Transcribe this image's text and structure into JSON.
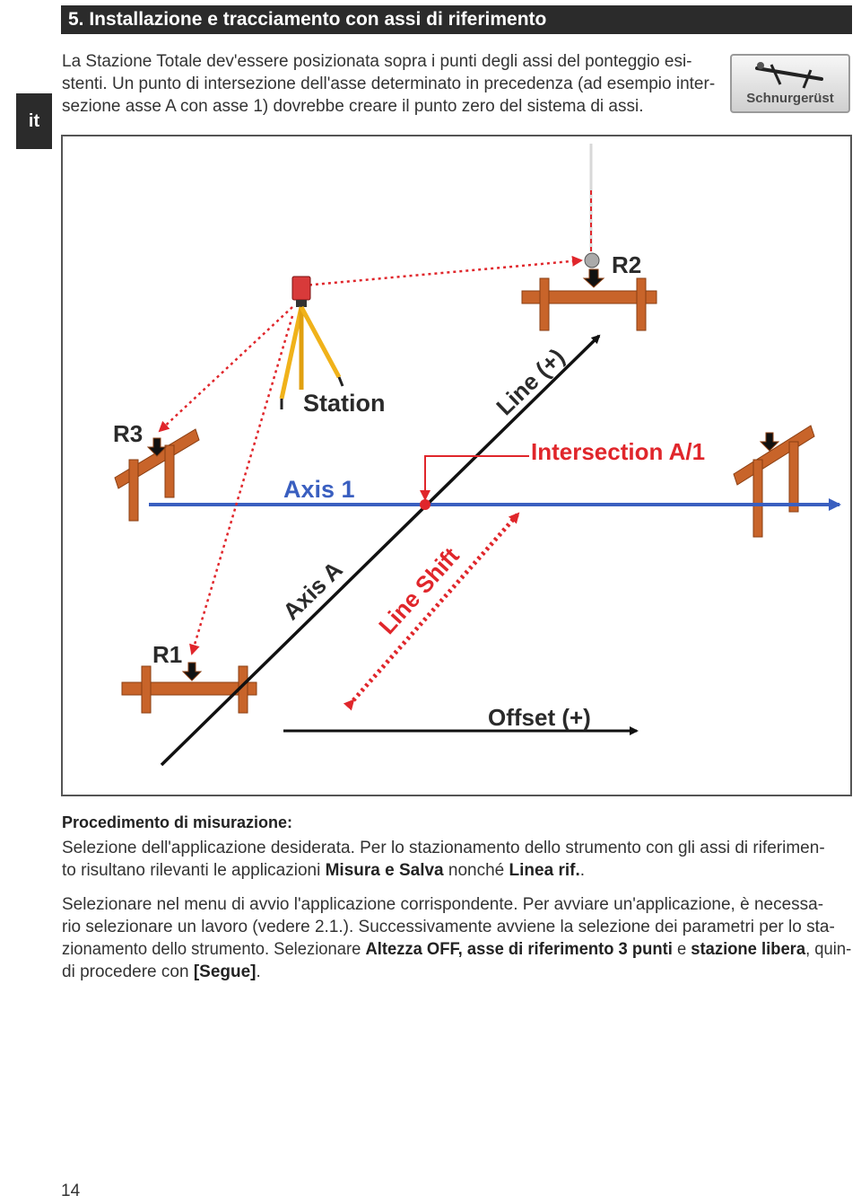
{
  "header": {
    "title": "5. Installazione e tracciamento con assi di riferimento",
    "language_tab": "it"
  },
  "intro": {
    "lines": [
      "La Stazione Totale dev'essere posizionata sopra i punti degli assi del ponteggio esi-",
      "stenti. Un punto di intersezione dell'asse determinato in precedenza (ad esempio inter-",
      "sezione asse A con asse 1) dovrebbe creare il punto zero del sistema di assi."
    ]
  },
  "app_icon": {
    "label": "Schnurgerüst",
    "icon": "batter-board-icon"
  },
  "figure": {
    "labels": {
      "r1": "R1",
      "r2": "R2",
      "r3": "R3",
      "station": "Station",
      "axis_1": "Axis 1",
      "axis_a": "Axis A",
      "line_plus": "Line (+)",
      "intersection": "Intersection A/1",
      "line_shift": "Line Shift",
      "offset_plus": "Offset (+)"
    },
    "colors": {
      "axis_1": "#3a5fc0",
      "axis_a": "#111111",
      "label_dark": "#2a2a2a",
      "label_blue": "#3a5fc0",
      "label_red": "#e0262b",
      "measurement": "#e0262b",
      "batter_board": "#c8642a",
      "tripod": "#f0b21a"
    }
  },
  "procedure": {
    "title": "Procedimento di misurazione:",
    "p1": {
      "l1": "Selezione dell'applicazione desiderata. Per lo stazionamento dello strumento con gli assi di riferimen-",
      "l2_a": "to risultano rilevanti le applicazioni ",
      "l2_b1": "Misura e Salva",
      "l2_c": " nonché ",
      "l2_b2": "Linea rif.",
      "l2_d": "."
    },
    "p2": {
      "l1": "Selezionare nel menu di avvio l'applicazione corrispondente. Per avviare un'applicazione, è necessa-",
      "l2": "rio selezionare un lavoro (vedere 2.1.). Successivamente avviene la selezione dei parametri per lo sta-",
      "l3_a": "zionamento dello strumento. Selezionare ",
      "l3_b1": "Altezza OFF, asse di riferimento 3 punti",
      "l3_c": " e ",
      "l3_b2": "stazione libera",
      "l3_d": ", quin-",
      "l4_a": "di procedere con ",
      "l4_b": "[Segue]",
      "l4_c": "."
    }
  },
  "footer": {
    "page_number": "14"
  }
}
